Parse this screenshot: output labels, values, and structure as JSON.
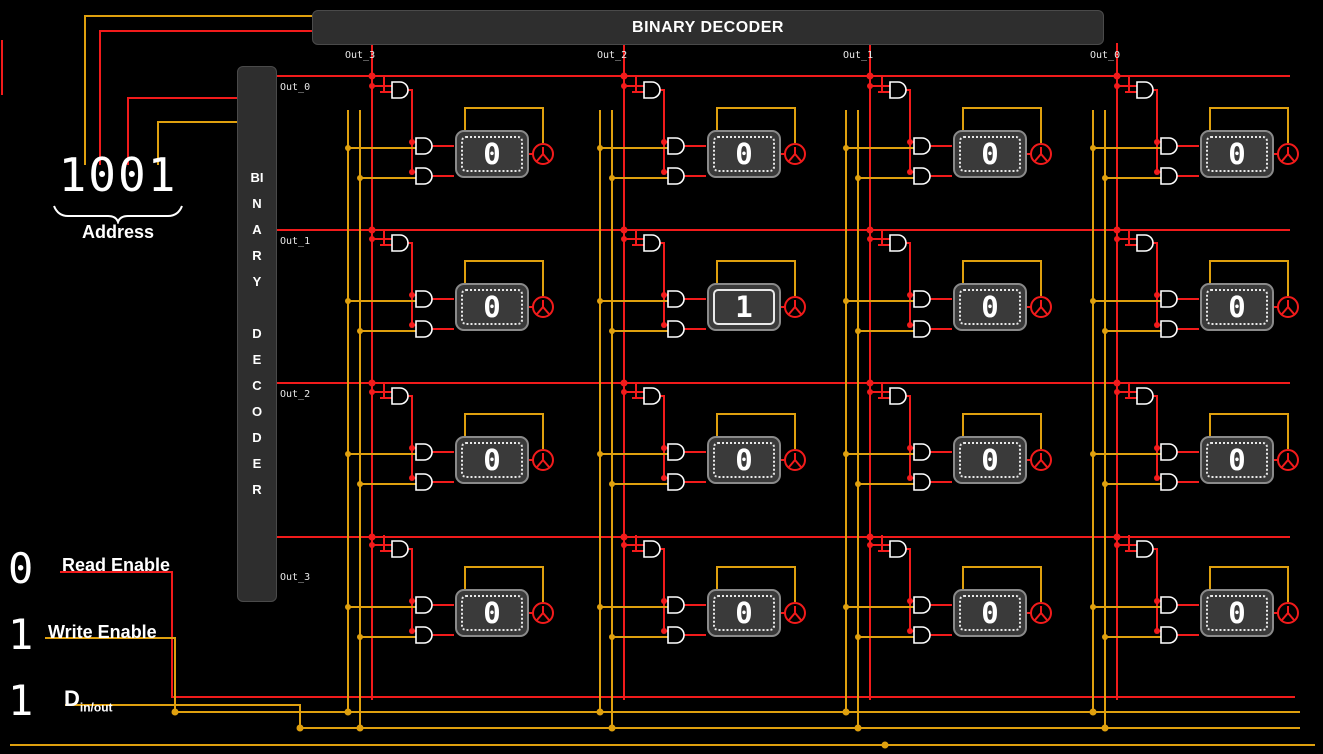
{
  "top_decoder": {
    "label": "BINARY DECODER",
    "outputs": [
      "Out_3",
      "Out_2",
      "Out_1",
      "Out_0"
    ]
  },
  "left_decoder": {
    "word1": "BINARY",
    "word2": "DECODER",
    "outputs": [
      "Out_0",
      "Out_1",
      "Out_2",
      "Out_3"
    ]
  },
  "address": {
    "value": "1001",
    "label": "Address"
  },
  "controls": {
    "read_enable": {
      "value": "0",
      "label": "Read Enable"
    },
    "write_enable": {
      "value": "1",
      "label": "Write Enable"
    },
    "data_line": {
      "value": "1",
      "label_main": "D",
      "label_sub": "in/out"
    }
  },
  "memory": {
    "rows": [
      {
        "values": [
          "0",
          "0",
          "0",
          "0"
        ]
      },
      {
        "values": [
          "0",
          "1",
          "0",
          "0"
        ]
      },
      {
        "values": [
          "0",
          "0",
          "0",
          "0"
        ]
      },
      {
        "values": [
          "0",
          "0",
          "0",
          "0"
        ]
      }
    ],
    "active_cell": {
      "row": 1,
      "col": 1
    }
  },
  "colors": {
    "wire_red": "#f21b1b",
    "wire_yellow": "#dfa00e",
    "panel": "#2e2e2e",
    "display_bg": "#3a3a3a",
    "background": "#000000",
    "text": "#ffffff"
  }
}
